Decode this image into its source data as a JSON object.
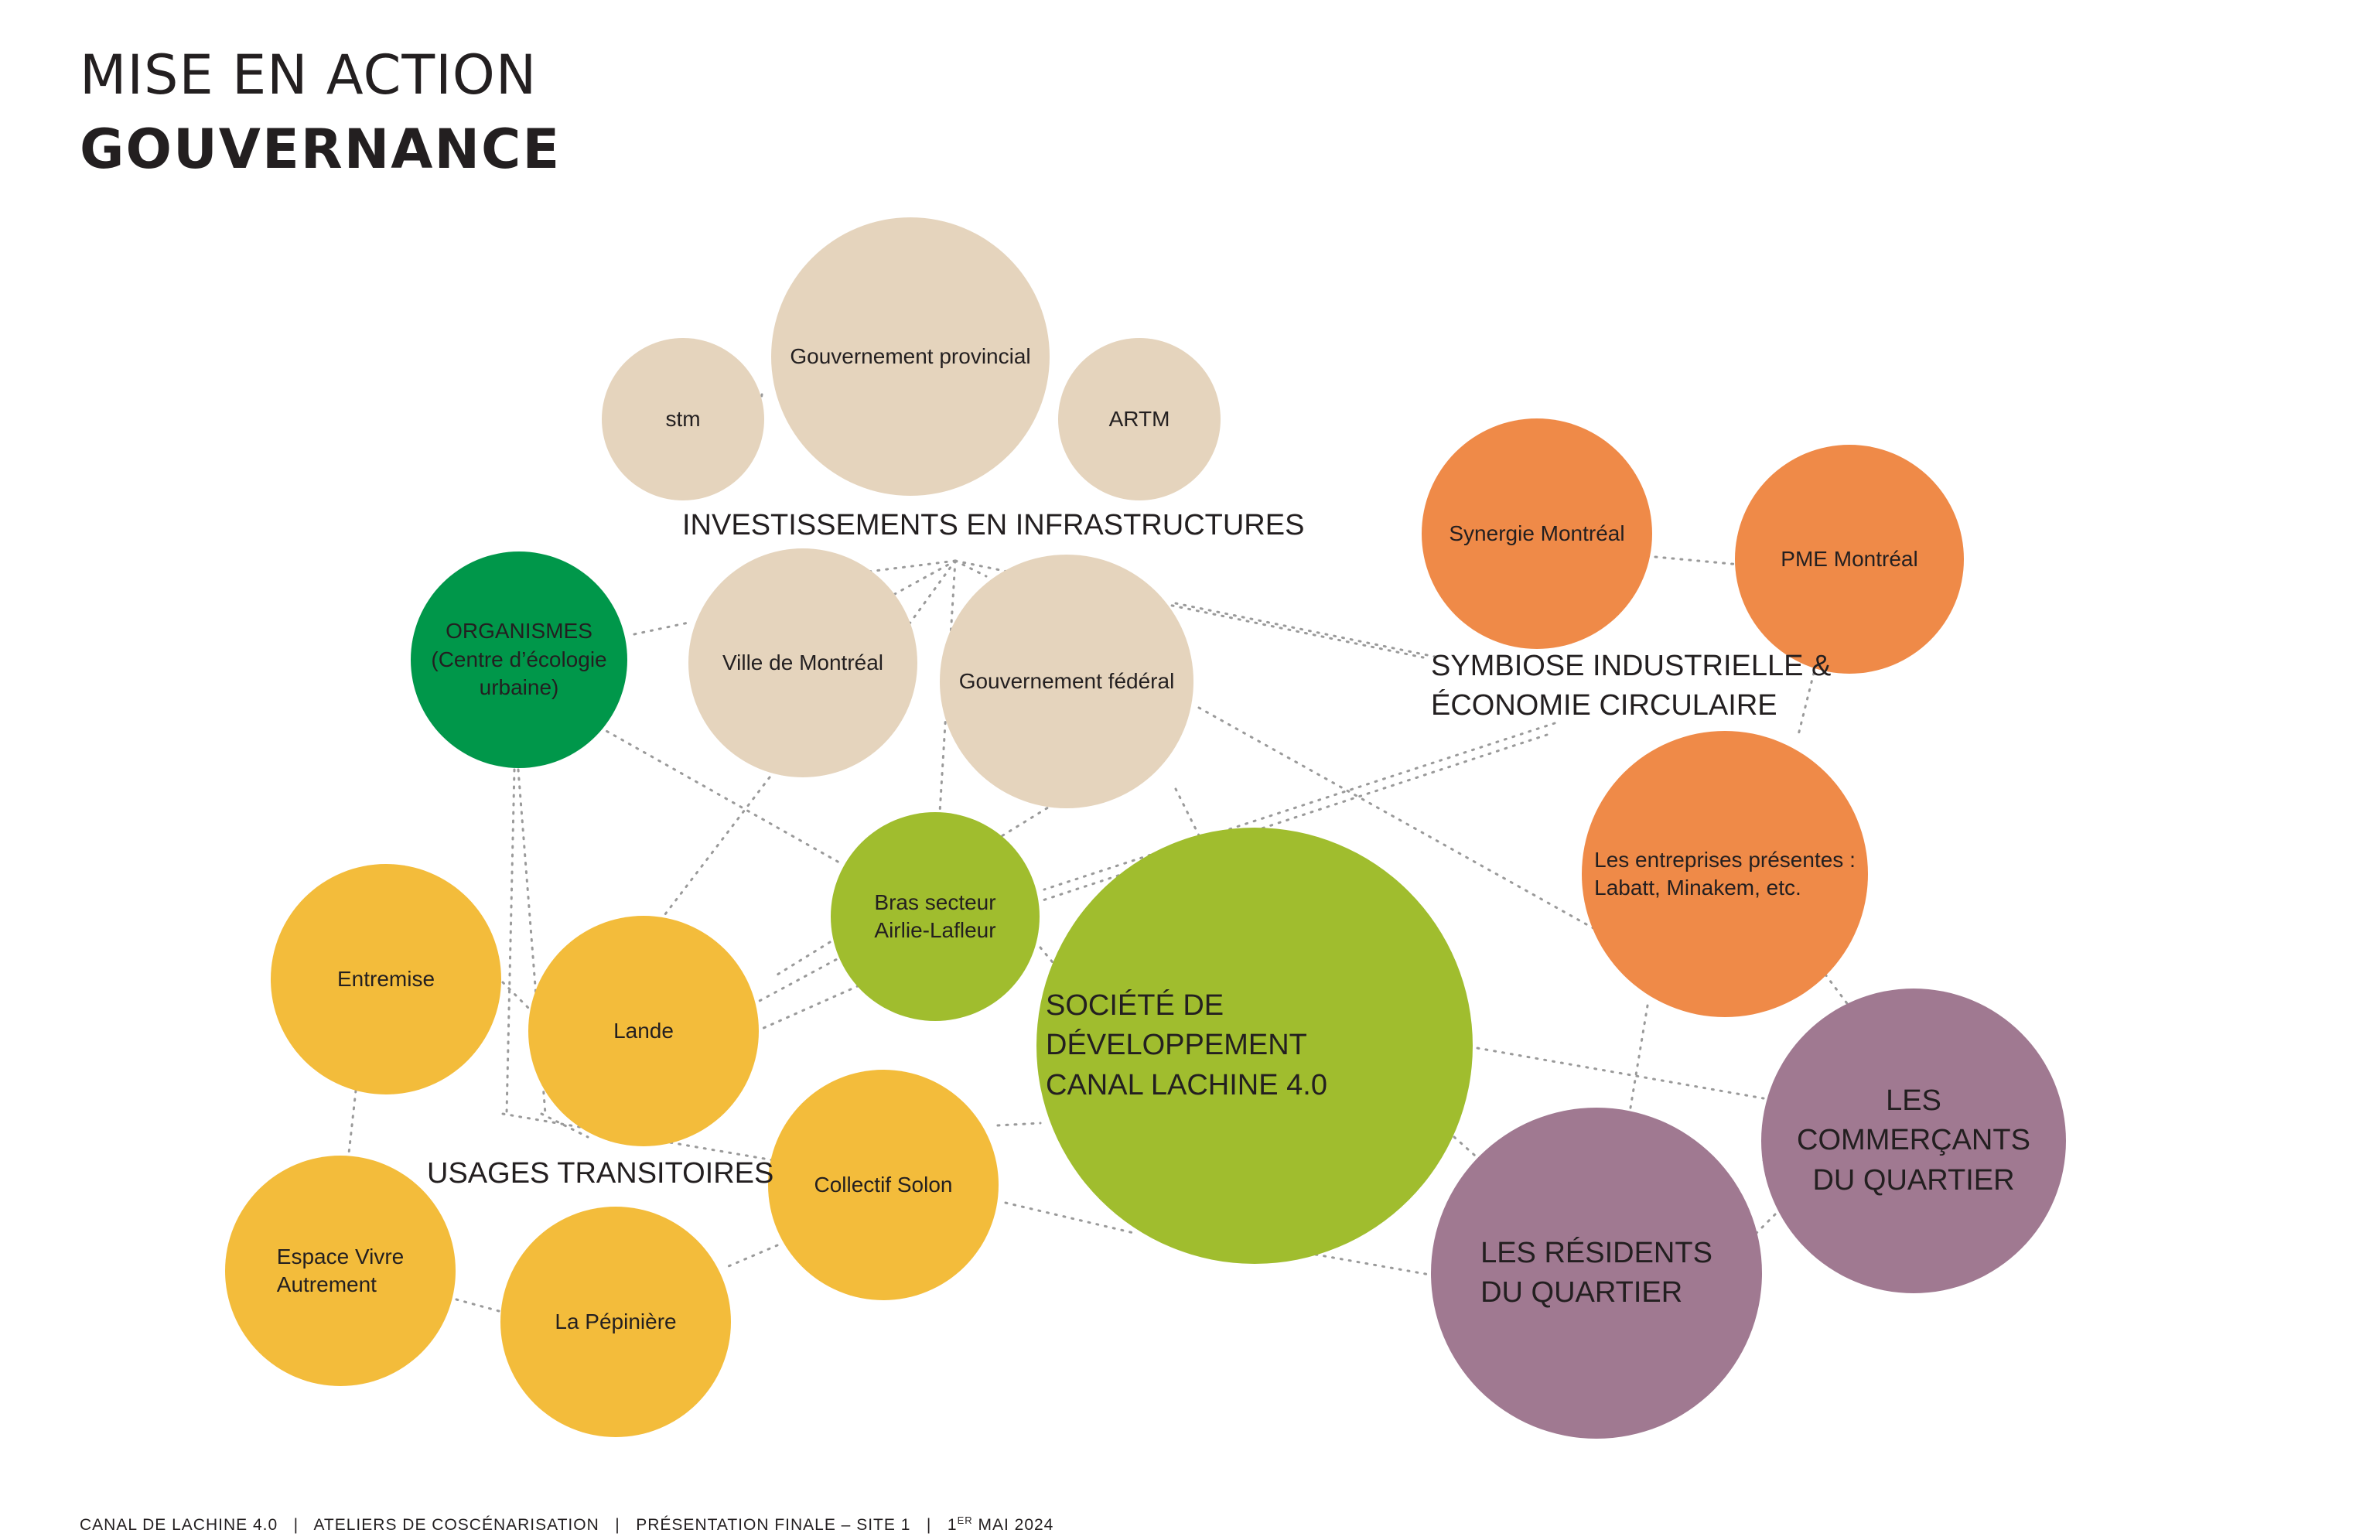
{
  "title": {
    "line1": "MISE EN ACTION",
    "line2": "GOUVERNANCE"
  },
  "sections": {
    "infrastructures": "INVESTISSEMENTS EN INFRASTRUCTURES",
    "symbiose_line1": "SYMBIOSE INDUSTRIELLE &",
    "symbiose_line2": "ÉCONOMIE CIRCULAIRE",
    "usages": "USAGES TRANSITOIRES"
  },
  "nodes": {
    "stm": "stm",
    "gouv_provincial": "Gouvernement provincial",
    "artm": "ARTM",
    "organismes_l1": "ORGANISMES",
    "organismes_l2": "(Centre d’écologie",
    "organismes_l3": "urbaine)",
    "ville_montreal": "Ville de Montréal",
    "gouv_federal": "Gouvernement fédéral",
    "synergie": "Synergie Montréal",
    "pme": "PME Montréal",
    "entreprises_l1": "Les entreprises présentes :",
    "entreprises_l2": "Labatt, Minakem, etc.",
    "bras_l1": "Bras secteur",
    "bras_l2": "Airlie-Lafleur",
    "societe_l1": "SOCIÉTÉ DE DÉVELOPPEMENT",
    "societe_l2": "CANAL LACHINE 4.0",
    "entremise": "Entremise",
    "lande": "Lande",
    "collectif_solon": "Collectif Solon",
    "espace_l1": "Espace Vivre",
    "espace_l2": "Autrement",
    "pepiniere": "La Pépinière",
    "commercants_l1": "LES COMMERÇANTS",
    "commercants_l2": "DU QUARTIER",
    "residents_l1": "LES RÉSIDENTS",
    "residents_l2": "DU QUARTIER"
  },
  "footer": {
    "project": "CANAL DE LACHINE 4.0",
    "workshops": "ATELIERS DE COSCÉNARISATION",
    "presentation": "PRÉSENTATION FINALE – SITE 1",
    "date_day": "1",
    "date_sup": "ER",
    "date_rest": "MAI 2024"
  },
  "colors": {
    "tan": "#e5d4bd",
    "dark_green": "#00974a",
    "lime": "#a0bd2e",
    "yellow": "#f3bc3b",
    "orange": "#ef8a48",
    "purple": "#a07991",
    "connector": "#9a9a9a"
  }
}
